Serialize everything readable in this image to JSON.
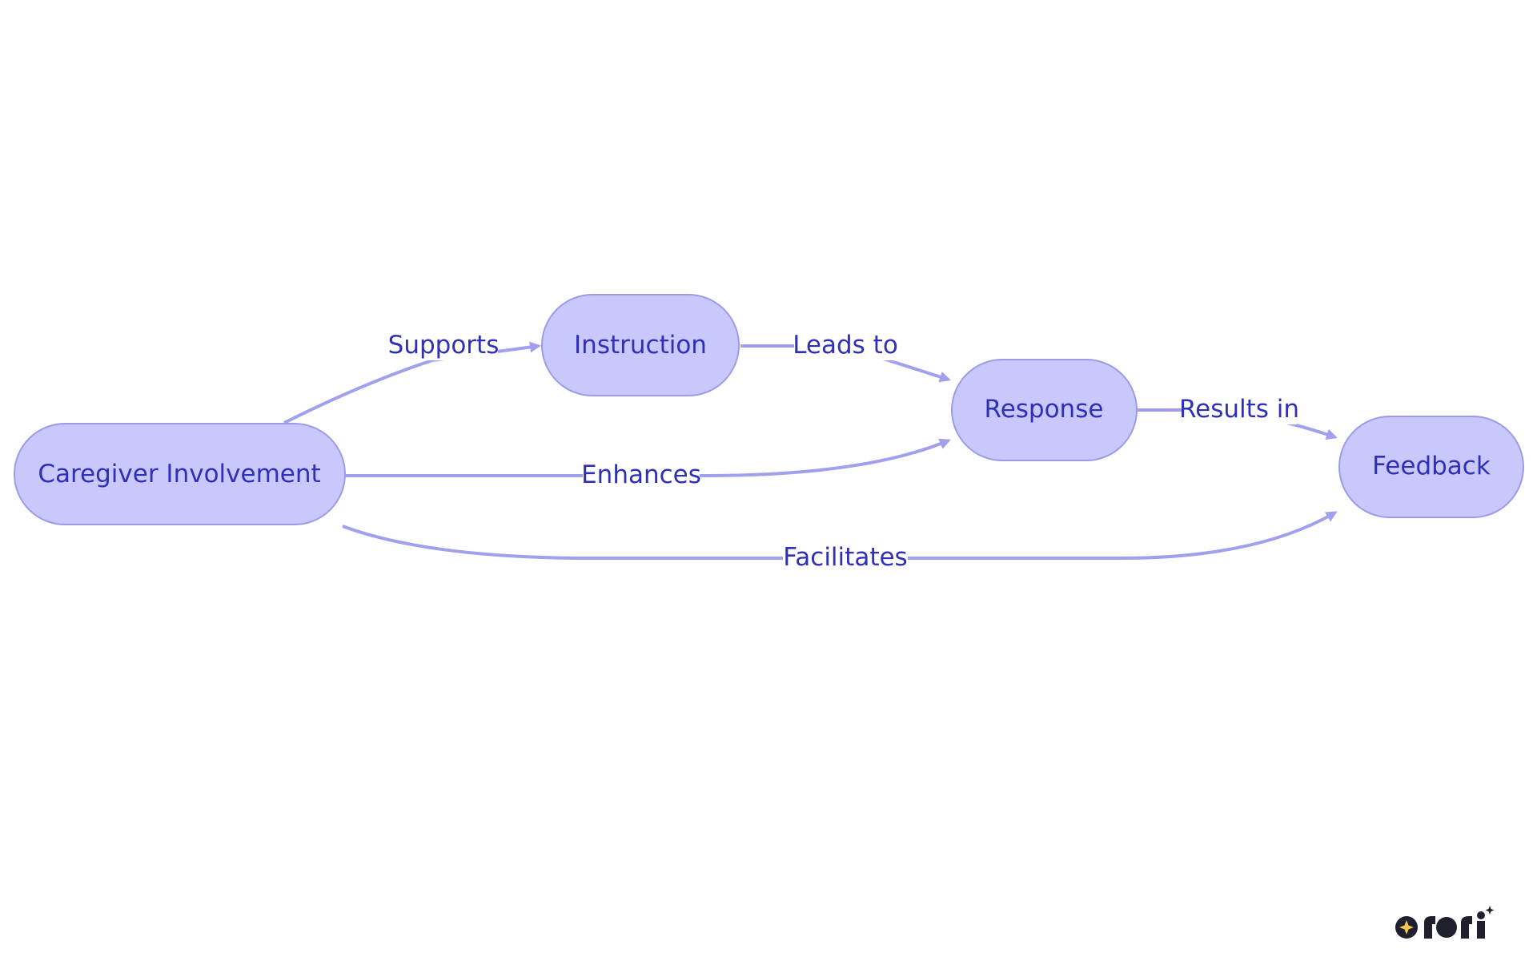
{
  "colors": {
    "node_fill": "#c8c8fc",
    "node_stroke": "#9b9be8",
    "edge": "#a0a0ee",
    "text": "#2f2fb8"
  },
  "nodes": [
    {
      "id": "caregiver",
      "label": "Caregiver Involvement"
    },
    {
      "id": "instruction",
      "label": "Instruction"
    },
    {
      "id": "response",
      "label": "Response"
    },
    {
      "id": "feedback",
      "label": "Feedback"
    }
  ],
  "edges": [
    {
      "from": "caregiver",
      "to": "instruction",
      "label": "Supports"
    },
    {
      "from": "instruction",
      "to": "response",
      "label": "Leads to"
    },
    {
      "from": "caregiver",
      "to": "response",
      "label": "Enhances"
    },
    {
      "from": "response",
      "to": "feedback",
      "label": "Results in"
    },
    {
      "from": "caregiver",
      "to": "feedback",
      "label": "Facilitates"
    }
  ],
  "logo": {
    "icon": "rori-logo-icon"
  }
}
